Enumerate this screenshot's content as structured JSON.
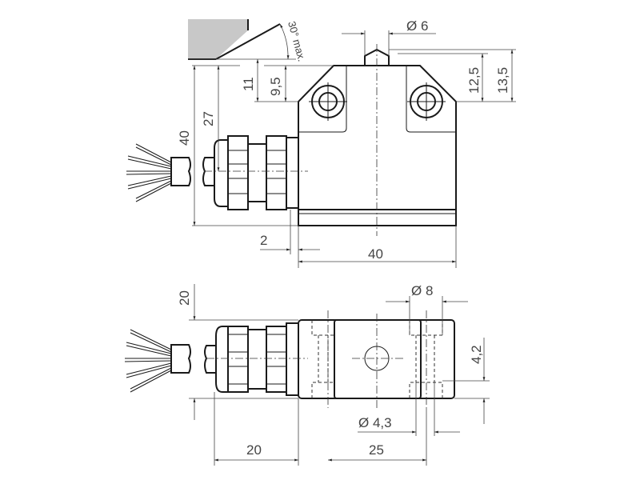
{
  "top_view": {
    "angle_label": "30° max.",
    "dim_diameter_plunger": "Ø 6",
    "dim_height_12_5": "12,5",
    "dim_height_13_5": "13,5",
    "dim_11": "11",
    "dim_9_5": "9,5",
    "dim_27": "27",
    "dim_40_height": "40",
    "dim_2": "2",
    "dim_40_width": "40"
  },
  "bottom_view": {
    "dim_20_height": "20",
    "dim_diameter_8": "Ø 8",
    "dim_4_2": "4,2",
    "dim_diameter_4_3": "Ø 4,3",
    "dim_20_length": "20",
    "dim_25": "25"
  },
  "colors": {
    "line": "#1a1a1a",
    "cam_fill": "#c8c8c8"
  }
}
